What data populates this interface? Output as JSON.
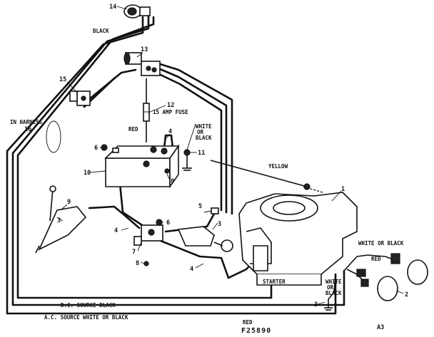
{
  "labels": {
    "black_top": "BLACK",
    "in_harness": "IN HARNESS",
    "red_battery": "RED",
    "fuse": "15 AMP FUSE",
    "white_or_black_top_1": "WHITE",
    "white_or_black_top_2": "OR",
    "white_or_black_top_3": "BLACK",
    "yellow": "YELLOW",
    "white_or_black_right": "WHITE OR BLACK",
    "red_right": "RED",
    "white_or_black_low_1": "WHITE",
    "white_or_black_low_2": "OR",
    "white_or_black_low_3": "BLACK",
    "starter": "STARTER",
    "dc_source": "D.C. SOURCE   BLACK",
    "ac_source": "A.C. SOURCE   WHITE OR BLACK",
    "red_bottom": "RED",
    "page_code": "A3",
    "figure_number": "F25890"
  },
  "callouts": [
    "1",
    "2",
    "3",
    "3",
    "3",
    "4",
    "4",
    "4",
    "5",
    "6",
    "6",
    "7",
    "8",
    "8",
    "9",
    "10",
    "11",
    "12",
    "13",
    "14",
    "15",
    "16"
  ]
}
